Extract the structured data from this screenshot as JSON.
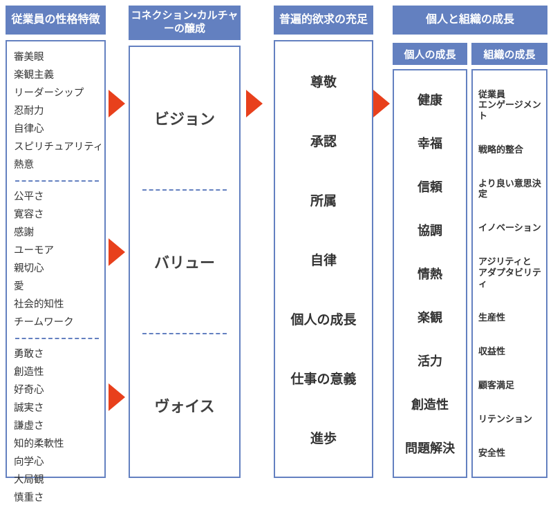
{
  "colors": {
    "header_blue": "#6380c0",
    "arrow_red": "#e8401c",
    "border_blue": "#6380c0",
    "text_dark": "#333333"
  },
  "columns": {
    "traits": {
      "header": "従業員の性格特徴",
      "groups": [
        {
          "items": [
            "審美眼",
            "楽観主義",
            "リーダーシップ",
            "忍耐力",
            "自律心",
            "スピリチュアリティ",
            "熱意"
          ]
        },
        {
          "items": [
            "公平さ",
            "寛容さ",
            "感謝",
            "ユーモア",
            "親切心",
            "愛",
            "社会的知性",
            "チームワーク"
          ]
        },
        {
          "items": [
            "勇敢さ",
            "創造性",
            "好奇心",
            "誠実さ",
            "謙虚さ",
            "知的柔軟性",
            "向学心",
            "大局観",
            "慎重さ"
          ]
        }
      ]
    },
    "culture": {
      "header": "コネクション・カルチャーの醸成",
      "pillars": [
        "ビジョン",
        "バリュー",
        "ヴォイス"
      ]
    },
    "needs": {
      "header": "普遍的欲求の充足",
      "items": [
        "尊敬",
        "承認",
        "所属",
        "自律",
        "個人の成長",
        "仕事の意義",
        "進歩"
      ]
    },
    "growth": {
      "header": "個人と組織の成長",
      "individual": {
        "subheader": "個人の成長",
        "items": [
          "健康",
          "幸福",
          "信頼",
          "協調",
          "情熱",
          "楽観",
          "活力",
          "創造性",
          "問題解決"
        ]
      },
      "organization": {
        "subheader": "組織の成長",
        "items": [
          "従業員\nエンゲージメント",
          "戦略的整合",
          "より良い意思決定",
          "イノベーション",
          "アジリティと\nアダプタビリティ",
          "生産性",
          "収益性",
          "顧客満足",
          "リテンション",
          "安全性"
        ]
      }
    }
  },
  "arrows": [
    {
      "name": "arrow-traits-to-vision"
    },
    {
      "name": "arrow-traits-to-values"
    },
    {
      "name": "arrow-traits-to-voice"
    },
    {
      "name": "arrow-culture-to-needs"
    },
    {
      "name": "arrow-needs-to-growth"
    }
  ]
}
